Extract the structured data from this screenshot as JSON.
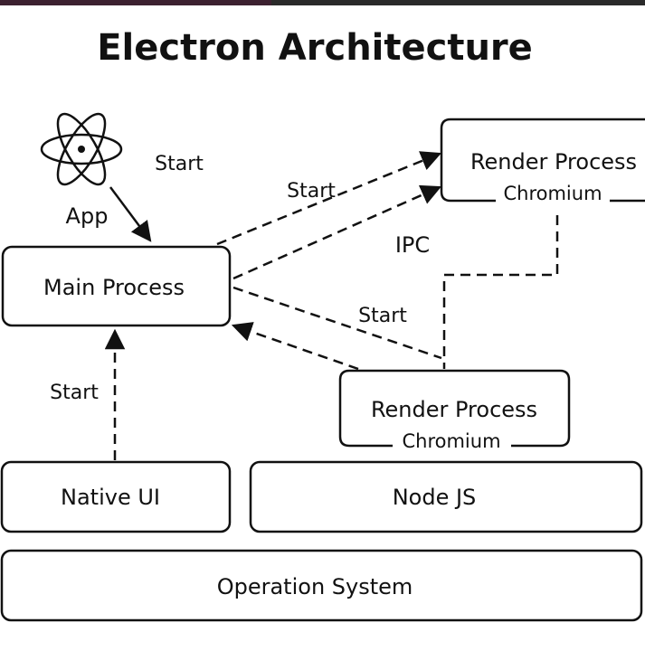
{
  "title": "Electron Architecture",
  "app_label": "App",
  "app_icon": "atom-icon",
  "boxes": {
    "main_process": "Main Process",
    "render_process_top": {
      "label": "Render Process",
      "sublabel": "Chromium"
    },
    "render_process_bottom": {
      "label": "Render Process",
      "sublabel": "Chromium"
    },
    "native_ui": "Native UI",
    "node_js": "Node JS",
    "operation_system": "Operation System"
  },
  "edge_labels": {
    "app_start": "Start",
    "main_to_render_top_start": "Start",
    "ipc": "IPC",
    "main_to_render_bottom_start": "Start",
    "native_to_main_start": "Start"
  },
  "colors": {
    "stroke": "#111111",
    "background": "#ffffff"
  }
}
